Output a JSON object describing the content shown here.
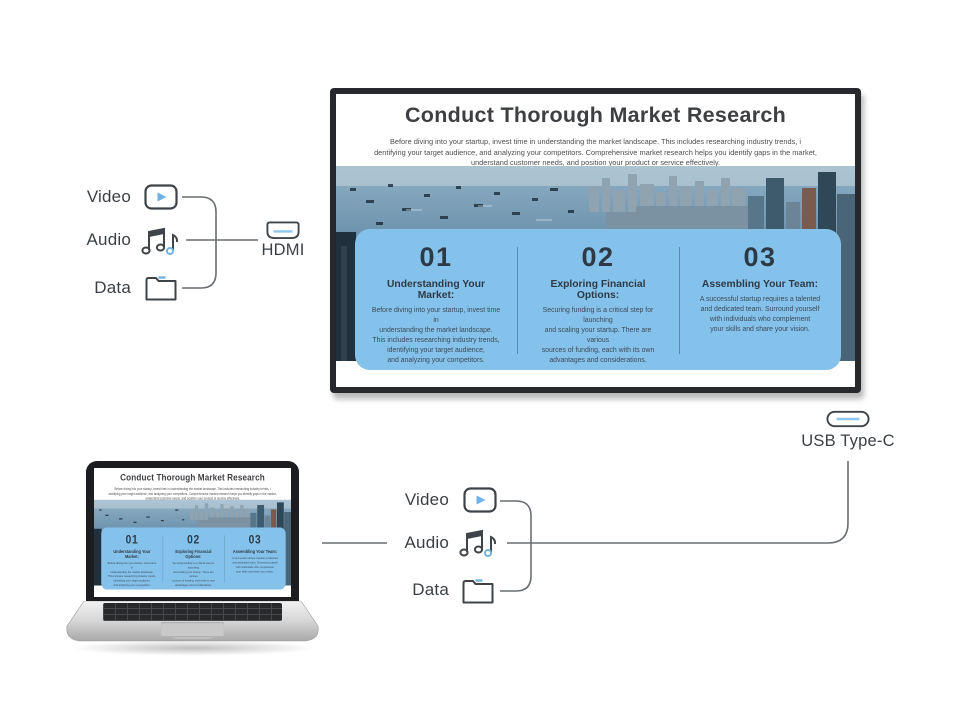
{
  "slide": {
    "title": "Conduct Thorough Market Research",
    "intro_lines": [
      "Before diving into your startup, invest time in understanding the market landscape. This includes researching industry trends, i",
      "dentifying your target audience, and analyzing your competitors. Comprehensive market research helps you identify gaps in the market,",
      "understand customer needs, and position your product or service effectively."
    ],
    "cards": [
      {
        "number": "01",
        "heading": "Understanding Your Market:",
        "body": "Before diving into your startup, invest time in\nunderstanding the market landscape.\nThis includes researching industry trends,\nidentifying your target audience,\nand analyzing your competitors."
      },
      {
        "number": "02",
        "heading": "Exploring Financial Options:",
        "body": "Securing funding is a critical step for launching\nand scaling your startup. There are various\nsources of funding, each with its own\nadvantages and considerations."
      },
      {
        "number": "03",
        "heading": "Assembling Your Team:",
        "body": "A successful startup requires a talented\nand dedicated team. Surround yourself\nwith individuals who complement\nyour skills and share your vision."
      }
    ]
  },
  "hdmi_diagram": {
    "video_label": "Video",
    "audio_label": "Audio",
    "data_label": "Data",
    "connector_label": "HDMI",
    "icons": [
      "play-icon",
      "music-notes-icon",
      "folder-icon",
      "hdmi-port-icon"
    ]
  },
  "usbc_diagram": {
    "video_label": "Video",
    "audio_label": "Audio",
    "data_label": "Data",
    "connector_label": "USB Type-C",
    "icons": [
      "play-icon",
      "music-notes-icon",
      "folder-icon",
      "usb-c-port-icon"
    ]
  },
  "colors": {
    "panel_blue": "#85C2EB",
    "accent_blue": "#6FB3E4",
    "port_line_blue": "#8EC6EE",
    "text_dark": "#3A3F45",
    "line_gray": "#6A6E72",
    "monitor_frame": "#26282B"
  }
}
